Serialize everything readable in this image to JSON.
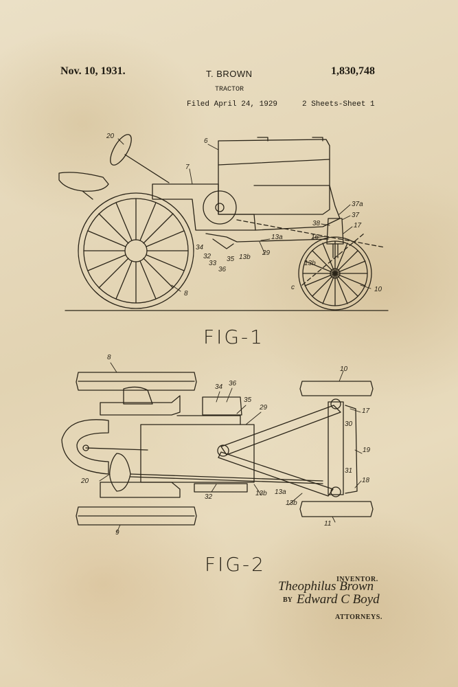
{
  "header": {
    "date": "Nov. 10, 1931.",
    "inventor": "T. BROWN",
    "patent_number": "1,830,748",
    "title": "TRACTOR",
    "filed": "Filed April 24, 1929",
    "sheets": "2 Sheets-Sheet  1"
  },
  "figures": {
    "fig1_caption": "FIG-1",
    "fig2_caption": "FIG-2",
    "fig1_refs": [
      "20",
      "6",
      "7",
      "37a",
      "37",
      "38",
      "17",
      "16",
      "13a",
      "34",
      "32",
      "33",
      "35",
      "36",
      "13b",
      "29",
      "13b",
      "c",
      "10",
      "8"
    ],
    "fig2_refs": [
      "8",
      "10",
      "34",
      "36",
      "35",
      "29",
      "17",
      "30",
      "19",
      "31",
      "18",
      "20",
      "32",
      "13b",
      "13a",
      "13b",
      "9",
      "11"
    ]
  },
  "signature": {
    "inventor_label": "INVENTOR.",
    "inventor_name": "Theophilus Brown",
    "by_label": "BY",
    "attorney_name": "Edward C Boyd",
    "attorneys_label": "ATTORNEYS."
  },
  "colors": {
    "paper": "#e8dcc0",
    "ink": "#2a2418"
  }
}
